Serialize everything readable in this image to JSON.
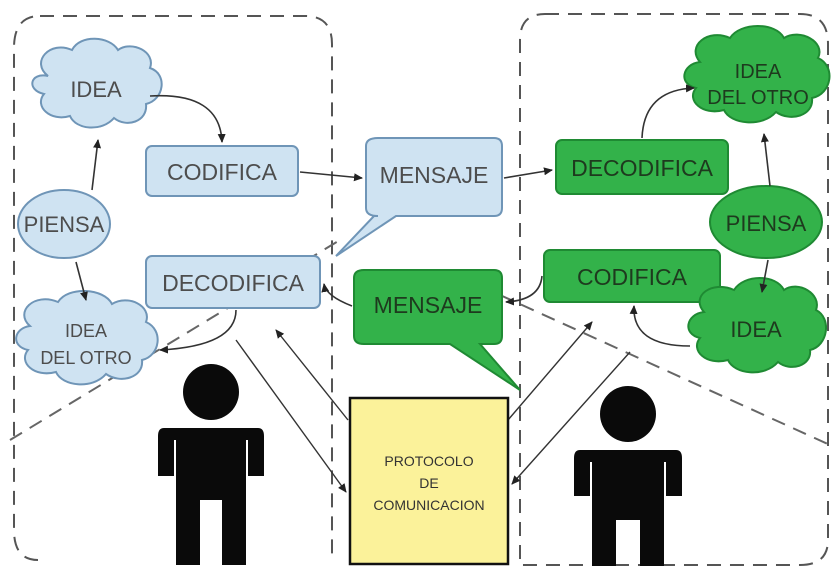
{
  "colors": {
    "sender_fill": "#cfe3f2",
    "sender_stroke": "#6f95b7",
    "sender_text": "#4d4d4d",
    "receiver_fill": "#33b24a",
    "receiver_stroke": "#1f8a33",
    "receiver_text": "#1e3a1e",
    "protocol_fill": "#fbf29a",
    "protocol_stroke": "#111111",
    "person": "#0a0a0a",
    "connector": "#333333",
    "dash": "#555555"
  },
  "icons": [
    "person-icon",
    "arrow-icon"
  ],
  "sender": {
    "idea": "IDEA",
    "codifica": "CODIFICA",
    "piensa": "PIENSA",
    "decodifica": "DECODIFICA",
    "idea_otro_line1": "IDEA",
    "idea_otro_line2": "DEL OTRO"
  },
  "receiver": {
    "idea_otro_line1": "IDEA",
    "idea_otro_line2": "DEL OTRO",
    "decodifica": "DECODIFICA",
    "piensa": "PIENSA",
    "codifica": "CODIFICA",
    "idea": "IDEA"
  },
  "messages": {
    "outgoing": "MENSAJE",
    "incoming": "MENSAJE"
  },
  "protocol": {
    "line1": "PROTOCOLO",
    "line2": "DE",
    "line3": "COMUNICACION"
  }
}
